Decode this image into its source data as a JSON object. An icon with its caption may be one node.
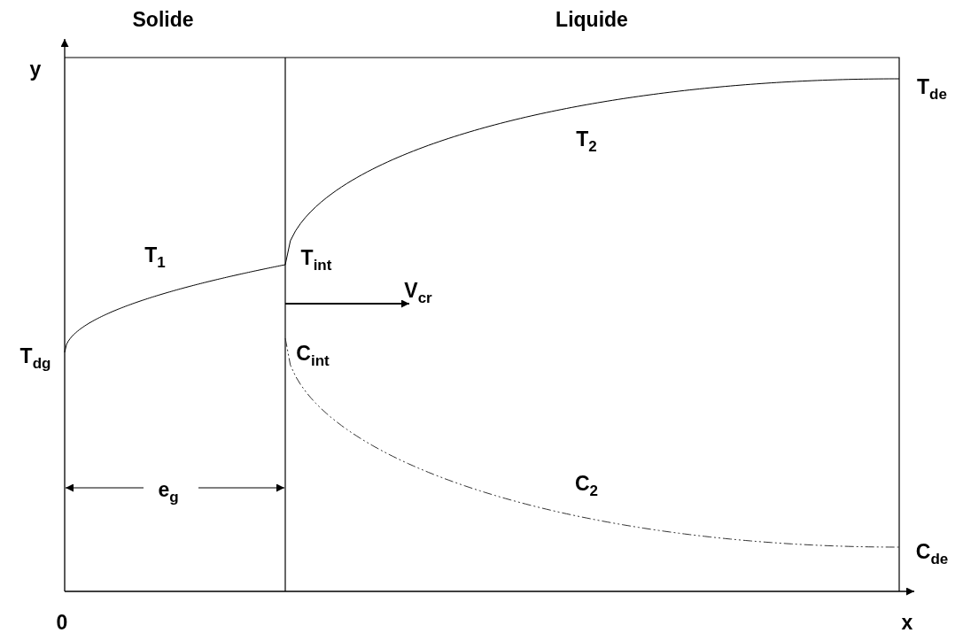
{
  "diagram": {
    "labels": [
      "Solide",
      "Liquide",
      "y",
      "T$_{de}$",
      "T$_{2}$",
      "T$_{1}$",
      "T$_{int}$",
      "V$_{cr}$",
      "T$_{dg}$",
      "C$_{int}$",
      "e$_{g}$",
      "C$_{2}$",
      "C$_{de}$",
      "0",
      "x"
    ]
  }
}
